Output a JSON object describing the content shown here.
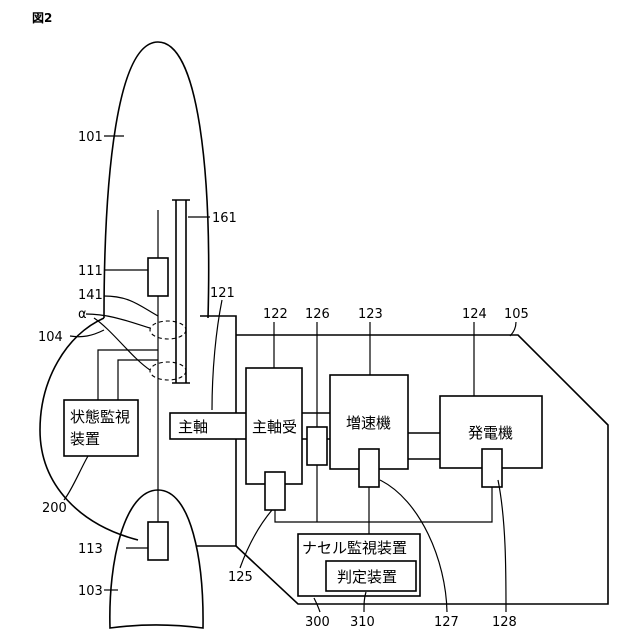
{
  "figure": {
    "title": "図2"
  },
  "boxes": {
    "condition_monitor": [
      "状態監視",
      "装置"
    ],
    "main_shaft": "主軸",
    "main_bearing": "主軸受",
    "gearbox": "増速機",
    "generator": "発電機",
    "nacelle_monitor": "ナセル監視装置",
    "judgement_device": "判定装置"
  },
  "refs": {
    "blade_upper": "101",
    "blade_lower": "103",
    "hub": "104",
    "nacelle": "105",
    "sensor_upper": "111",
    "sensor_lower": "113",
    "main_shaft": "121",
    "main_bearing": "122",
    "gearbox": "123",
    "generator": "124",
    "sensor_bearing": "125",
    "sensor_126": "126",
    "sensor_gearbox": "127",
    "sensor_generator": "128",
    "slip_ring": "141",
    "shaft_161": "161",
    "condition_monitor": "200",
    "nacelle_monitor": "300",
    "judgement_device": "310",
    "alpha": "α"
  },
  "colors": {
    "line": "#000000",
    "background": "#ffffff"
  }
}
